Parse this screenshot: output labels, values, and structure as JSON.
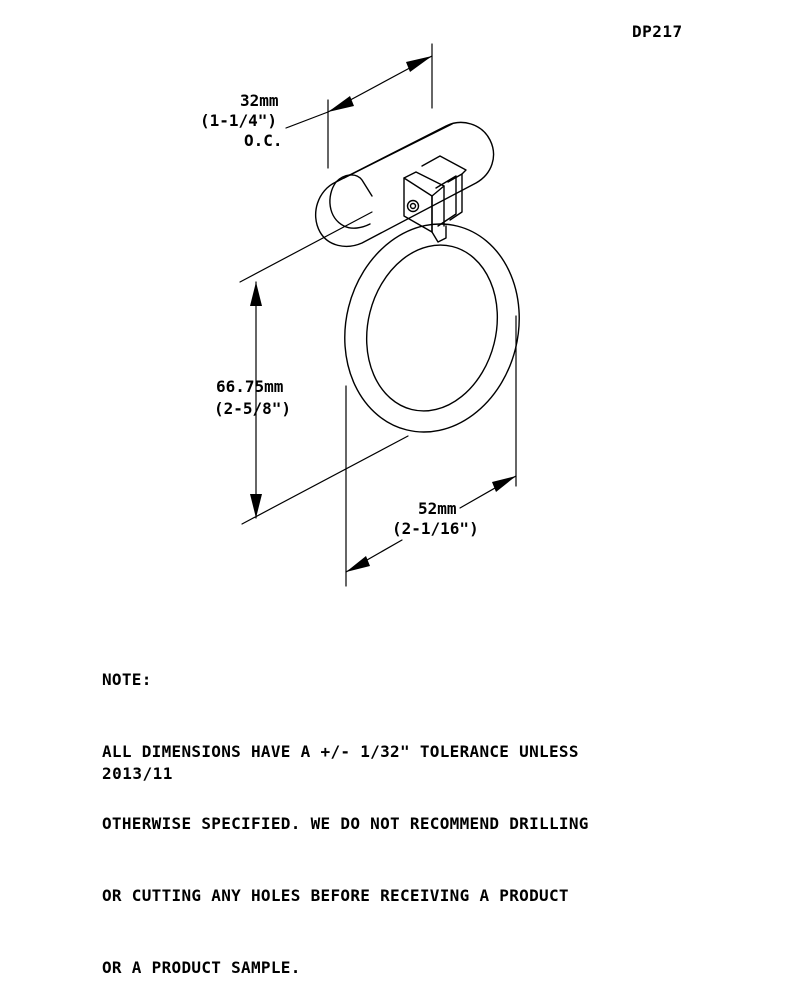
{
  "part_number": "DP217",
  "dimensions": {
    "center_to_center": {
      "metric": "32mm",
      "imperial": "(1-1/4\")",
      "suffix": "O.C."
    },
    "height": {
      "metric": "66.75mm",
      "imperial": "(2-5/8\")"
    },
    "width": {
      "metric": "52mm",
      "imperial": "(2-1/16\")"
    }
  },
  "note": {
    "heading": "NOTE:",
    "lines": [
      "ALL DIMENSIONS HAVE A +/- 1/32\" TOLERANCE UNLESS",
      "OTHERWISE SPECIFIED. WE DO NOT RECOMMEND DRILLING",
      "OR CUTTING ANY HOLES BEFORE RECEIVING A PRODUCT",
      "OR A PRODUCT SAMPLE."
    ]
  },
  "date": "2013/11",
  "colors": {
    "line": "#000000",
    "background": "#ffffff"
  }
}
